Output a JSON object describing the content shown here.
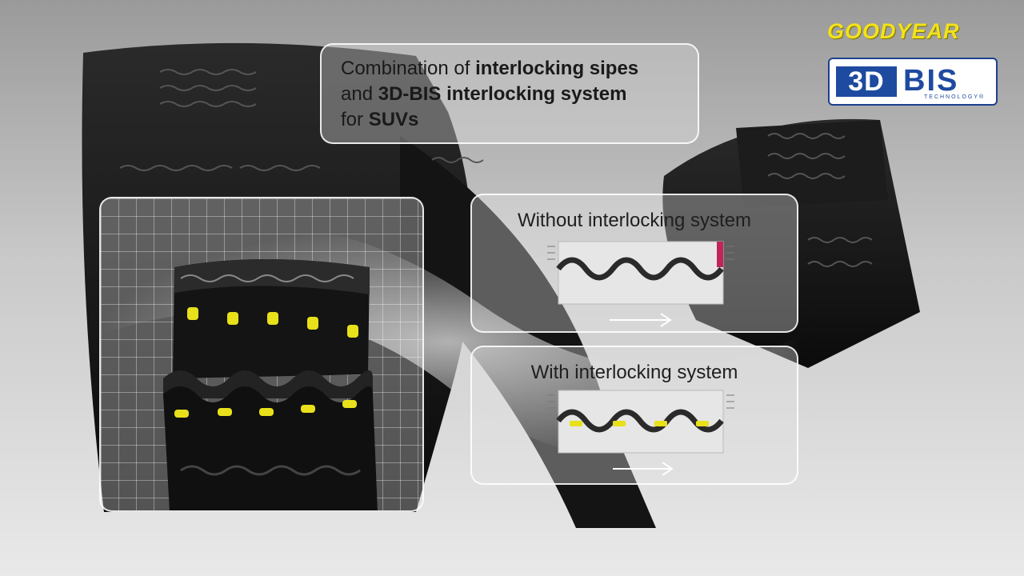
{
  "title": {
    "line1_pre": "Combination of ",
    "line1_bold": "interlocking sipes",
    "line2_pre": "and ",
    "line2_bold": "3D-BIS interlocking system",
    "line3_pre": "for ",
    "line3_bold": "SUVs"
  },
  "brand": {
    "goodyear": "GOODYEAR",
    "logo_3d": "3D",
    "logo_bis": "BIS",
    "logo_tech": "TECHNOLOGY®",
    "goodyear_color": "#f2e21a",
    "bis_color": "#1e4aa0"
  },
  "diagrams": {
    "without": {
      "label": "Without interlocking system"
    },
    "with": {
      "label": "With interlocking system"
    }
  },
  "colors": {
    "highlight": "#e8e01a",
    "stress": "#c0245a"
  }
}
